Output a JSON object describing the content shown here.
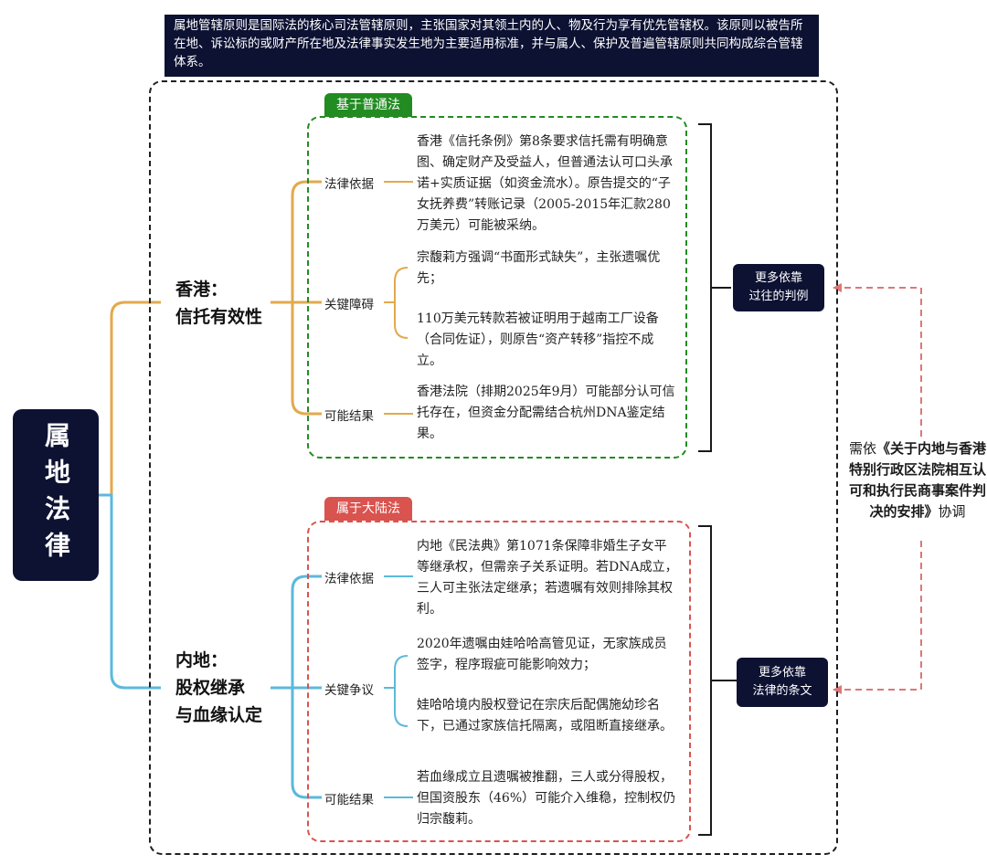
{
  "intro": "属地管辖原则是国际法的核心司法管辖原则，主张国家对其领土内的人、物及行为享有优先管辖权。该原则以被告所在地、诉讼标的或财产所在地及法律事实发生地为主要适用标准，并与属人、保护及普遍管辖原则共同构成综合管辖体系。",
  "root": "属地法律",
  "colors": {
    "dark": "#0d1233",
    "hk": "#e3a94d",
    "ml": "#5bb9dc",
    "green": "#228b22",
    "red": "#d9534f",
    "arrow": "#dd7777"
  },
  "hk": {
    "region": "香港：\n信托有效性",
    "tag": "基于普通法",
    "basis_label": "法律依据",
    "basis_text": "香港《信托条例》第8条要求信托需有明确意图、确定财产及受益人，但普通法认可口头承诺+实质证据（如资金流水）。原告提交的“子女抚养费”转账记录（2005-2015年汇款280万美元）可能被采纳。",
    "obstacle_label": "关键障碍",
    "obstacle_text_1": "宗馥莉方强调“书面形式缺失”，主张遗嘱优先；",
    "obstacle_text_2": "110万美元转款若被证明用于越南工厂设备（合同佐证），则原告“资产转移”指控不成立。",
    "result_label": "可能结果",
    "result_text": "香港法院（排期2025年9月）可能部分认可信托存在，但资金分配需结合杭州DNA鉴定结果。",
    "note": "更多依靠\n过往的判例"
  },
  "ml": {
    "region": "内地：\n股权继承\n与血缘认定",
    "tag": "属于大陆法",
    "basis_label": "法律依据",
    "basis_text": "内地《民法典》第1071条保障非婚生子女平等继承权，但需亲子关系证明。若DNA成立，三人可主张法定继承；若遗嘱有效则排除其权利。",
    "dispute_label": "关键争议",
    "dispute_text_1": "2020年遗嘱由娃哈哈高管见证，无家族成员签字，程序瑕疵可能影响效力；",
    "dispute_text_2": "娃哈哈境内股权登记在宗庆后配偶施幼珍名下，已通过家族信托隔离，或阻断直接继承。",
    "result_label": "可能结果",
    "result_text": "若血缘成立且遗嘱被推翻，三人或分得股权，但国资股东（46%）可能介入维稳，控制权仍归宗馥莉。",
    "note": "更多依靠\n法律的条文"
  },
  "coordination": {
    "prefix": "需依",
    "bold": "《关于内地与香港特别行政区法院相互认可和执行民商事案件判决的安排》",
    "suffix": "协调"
  }
}
